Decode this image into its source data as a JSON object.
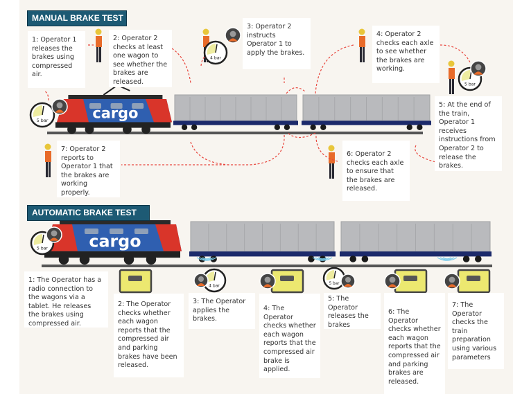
{
  "manual": {
    "title": "MANUAL BRAKE TEST",
    "steps": [
      "1: Operator 1 releases the brakes using compressed air.",
      "2: Operator 2 checks at least one wagon to see whether the brakes are released.",
      "3: Operator 2 instructs Operator 1 to apply the brakes.",
      "4: Operator 2 checks each axle to see whether the brakes are working.",
      "5: At the end of the train, Operator 1 receives instructions from Operator 2 to release the brakes.",
      "6: Operator 2 checks each axle to ensure that the brakes are released.",
      "7: Operator 2 reports to Operator 1 that the brakes are working properly."
    ],
    "gauges": [
      "5 bar",
      "4 bar",
      "5 bar"
    ]
  },
  "automatic": {
    "title": "AUTOMATIC BRAKE TEST",
    "steps": [
      "1: The Operator has a radio connection to the wagons via a tablet. He releases the brakes using compressed air.",
      "2: The Operator checks whether each wagon reports that the compressed air and parking brakes have been released.",
      "3: The Operator applies the brakes.",
      "4: The Operator checks whether each wagon reports that the compressed air brake is applied.",
      "5: The Operator releases the brakes",
      "6: The Operator checks whether each wagon reports that the compressed air and parking brakes are released.",
      "7: The Operator checks the train preparation using various parameters"
    ],
    "gauges": [
      "5 bar",
      "4 bar",
      "5 bar"
    ]
  },
  "locomotive_label": "cargo",
  "icons": [
    "worker-icon",
    "pressure-gauge-icon",
    "operator-avatar-icon",
    "tablet-icon",
    "locomotive",
    "freight-wagon",
    "radio-signal-icon"
  ],
  "colors": {
    "title_bg": "#1d5a74",
    "arrow": "#e8453c",
    "loco_blue": "#2f5fb0",
    "loco_red": "#d9352a",
    "background": "#f8f5f0",
    "tablet": "#ece870"
  }
}
